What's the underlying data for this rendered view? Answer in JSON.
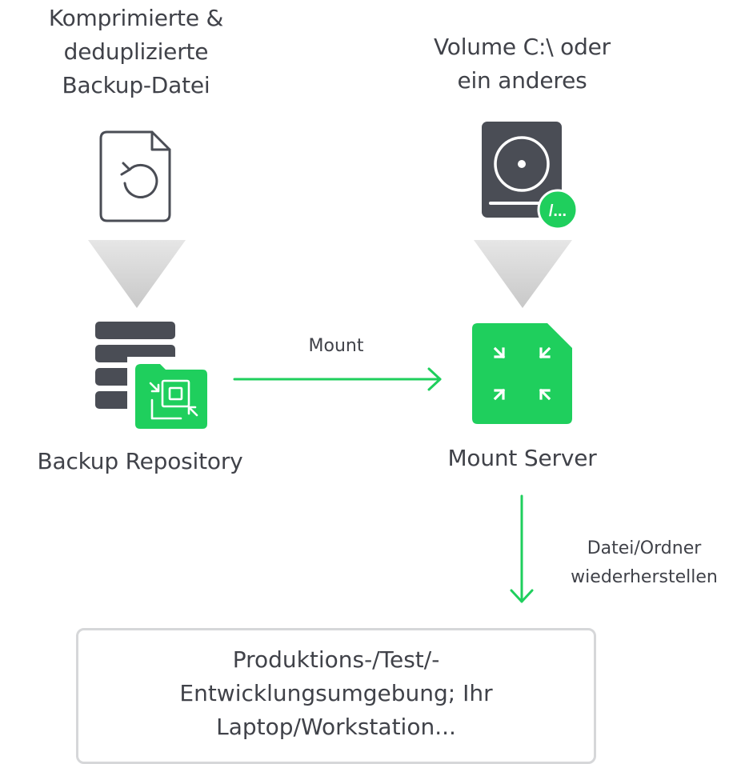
{
  "source_block": {
    "title_lines": [
      "Komprimierte &",
      "deduplizierte",
      "Backup-Datei"
    ],
    "icon": "backup-file-restore-icon"
  },
  "volume_block": {
    "title_lines": [
      "Volume C:\\ oder",
      "ein anderes"
    ],
    "icon": "disk-volume-icon",
    "badge_text": "/..."
  },
  "repository": {
    "label": "Backup Repository",
    "icon": "backup-repository-server-icon"
  },
  "mount_server": {
    "label": "Mount Server",
    "icon": "mount-server-icon"
  },
  "edges": {
    "mount_label": "Mount",
    "restore_label_lines": [
      "Datei/Ordner",
      "wiederherstellen"
    ]
  },
  "target": {
    "lines": [
      "Produktions-/Test/-",
      "Entwicklungsumgebung; Ihr",
      "Laptop/Workstation..."
    ]
  },
  "colors": {
    "accent_green": "#1fcf5d",
    "dark_gray": "#4a4d55",
    "funnel_gray": "#d9d9d9",
    "box_border": "#d6d7d9"
  }
}
